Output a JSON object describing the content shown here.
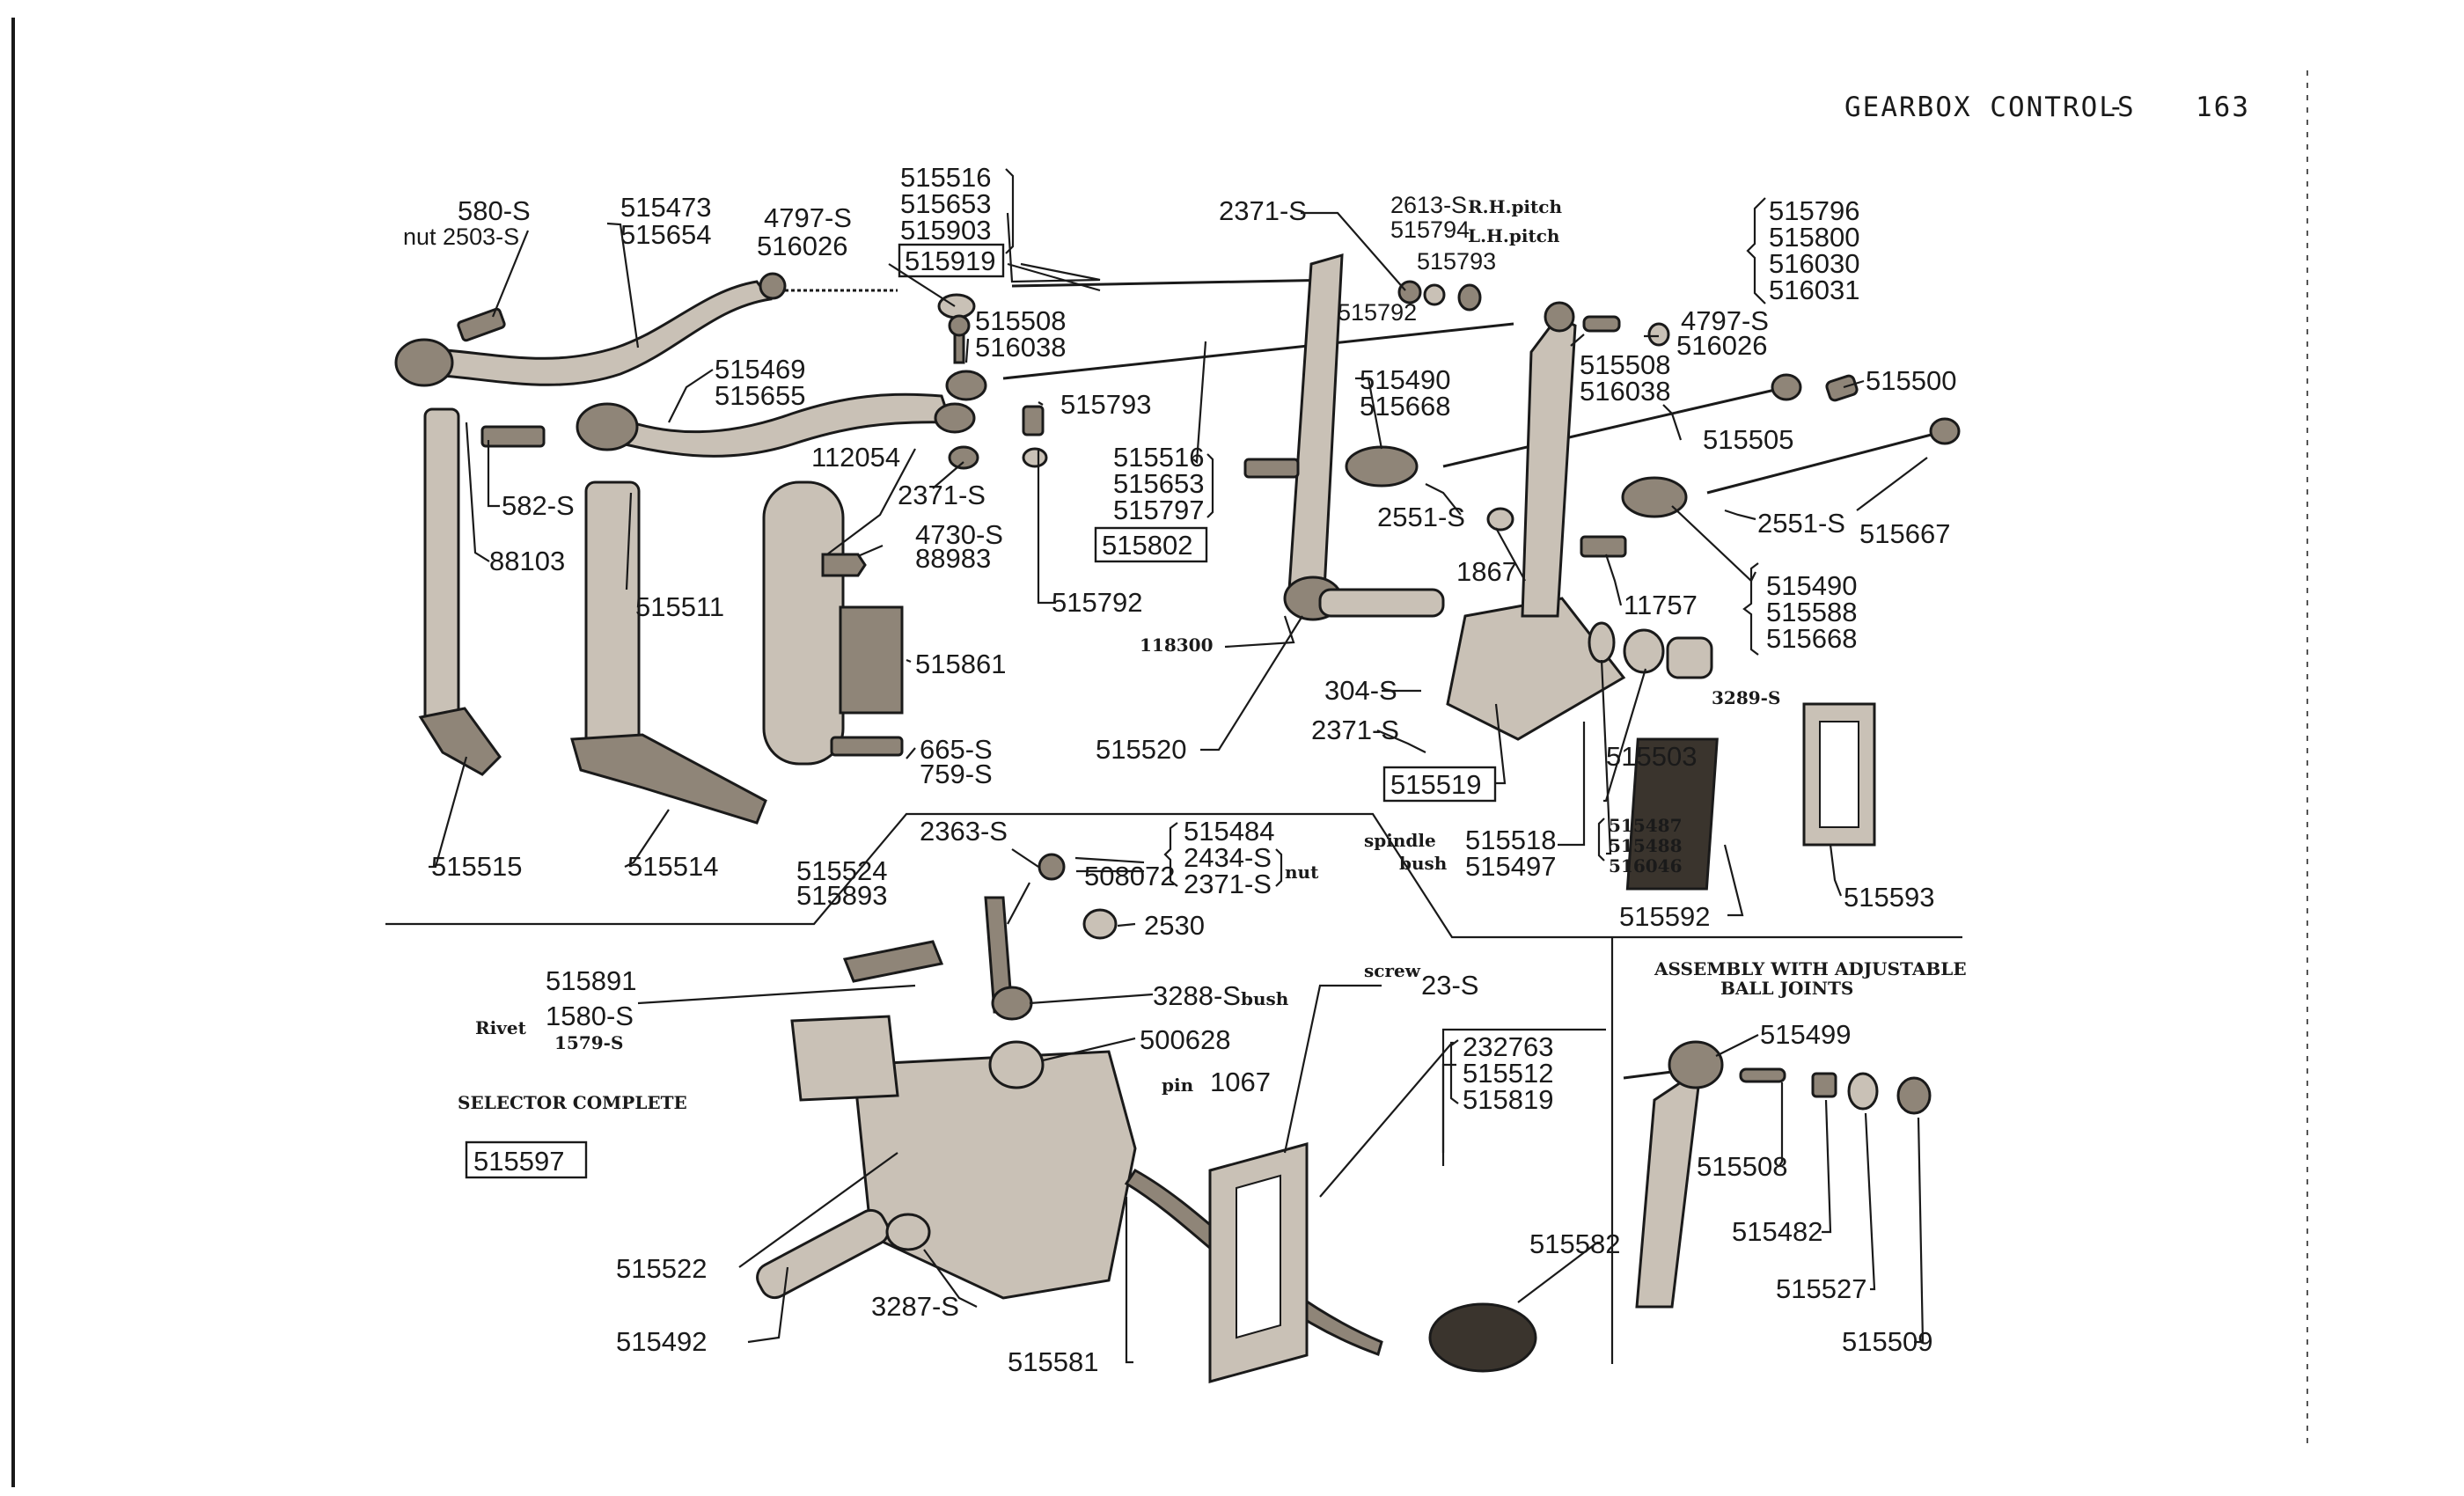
{
  "header": {
    "title": "GEARBOX CONTROLS",
    "dash": "-",
    "page_number": "163"
  },
  "labels": {
    "p580s": "580-S",
    "nut2503s": "nut 2503-S",
    "p515473": "515473",
    "p515654": "515654",
    "p4797s_a": "4797-S",
    "p516026_a": "516026",
    "p515516_a": "515516",
    "p515653_a": "515653",
    "p515903": "515903",
    "p515919": "515919",
    "p2371s_a": "2371-S",
    "p2613s": "2613-S",
    "rh_pitch": "R.H.pitch",
    "p515794": "515794",
    "lh_pitch": "L.H.pitch",
    "p515793_a": "515793",
    "p515792_a": "515792",
    "p515796": "515796",
    "p515800": "515800",
    "p516030": "516030",
    "p516031": "516031",
    "p515508_a": "515508",
    "p516038_a": "516038",
    "p515469": "515469",
    "p515655": "515655",
    "p515793_b": "515793",
    "p515490_a": "515490",
    "p515668_a": "515668",
    "p515508_b": "515508",
    "p516038_b": "516038",
    "p4797s_b": "4797-S",
    "p516026_b": "516026",
    "p515500": "515500",
    "p515505": "515505",
    "p112054": "112054",
    "p2371s_b": "2371-S",
    "p515516_b": "515516",
    "p515653_b": "515653",
    "p515797": "515797",
    "p515802": "515802",
    "p582s": "582-S",
    "p88103": "88103",
    "p4730s": "4730-S",
    "p88983": "88983",
    "p515792_b": "515792",
    "p2551s_a": "2551-S",
    "p2551s_b": "2551-S",
    "p515667": "515667",
    "p1867": "1867",
    "p11757": "11757",
    "p515490_b": "515490",
    "p515588": "515588",
    "p515668_b": "515668",
    "p515511": "515511",
    "p515861": "515861",
    "p118300": "118300",
    "p304s": "304-S",
    "p2371s_c": "2371-S",
    "p3289s": "3289-S",
    "p665s": "665-S",
    "p759s": "759-S",
    "p515520": "515520",
    "p515519": "515519",
    "p515503": "515503",
    "p515515": "515515",
    "p515514": "515514",
    "spindle": "spindle",
    "bush_a": "bush",
    "p515518": "515518",
    "p515497": "515497",
    "p515487": "515487",
    "p515488": "515488",
    "p516046": "516046",
    "p515592": "515592",
    "p515593": "515593",
    "p2363s": "2363-S",
    "p515484": "515484",
    "p2434s": "2434-S",
    "p2371s_d": "2371-S",
    "nut_b": "nut",
    "p515524": "515524",
    "p515893": "515893",
    "p508072": "508072",
    "p2530": "2530",
    "p515891": "515891",
    "rivet": "Rivet",
    "p1580s": "1580-S",
    "p1579s": "1579-S",
    "p3288s": "3288-S",
    "bush_b": "bush",
    "p500628": "500628",
    "pin": "pin",
    "p1067": "1067",
    "screw": "screw",
    "p23s": "23-S",
    "p232763": "232763",
    "p515512": "515512",
    "p515819": "515819",
    "selector_complete": "SELECTOR COMPLETE",
    "p515597": "515597",
    "p515522": "515522",
    "p515492": "515492",
    "p3287s": "3287-S",
    "p515581": "515581",
    "p515582": "515582",
    "assembly_line1": "ASSEMBLY WITH ADJUSTABLE",
    "assembly_line2": "BALL JOINTS",
    "p515499": "515499",
    "p515508_c": "515508",
    "p515482": "515482",
    "p515527": "515527",
    "p515509": "515509"
  }
}
